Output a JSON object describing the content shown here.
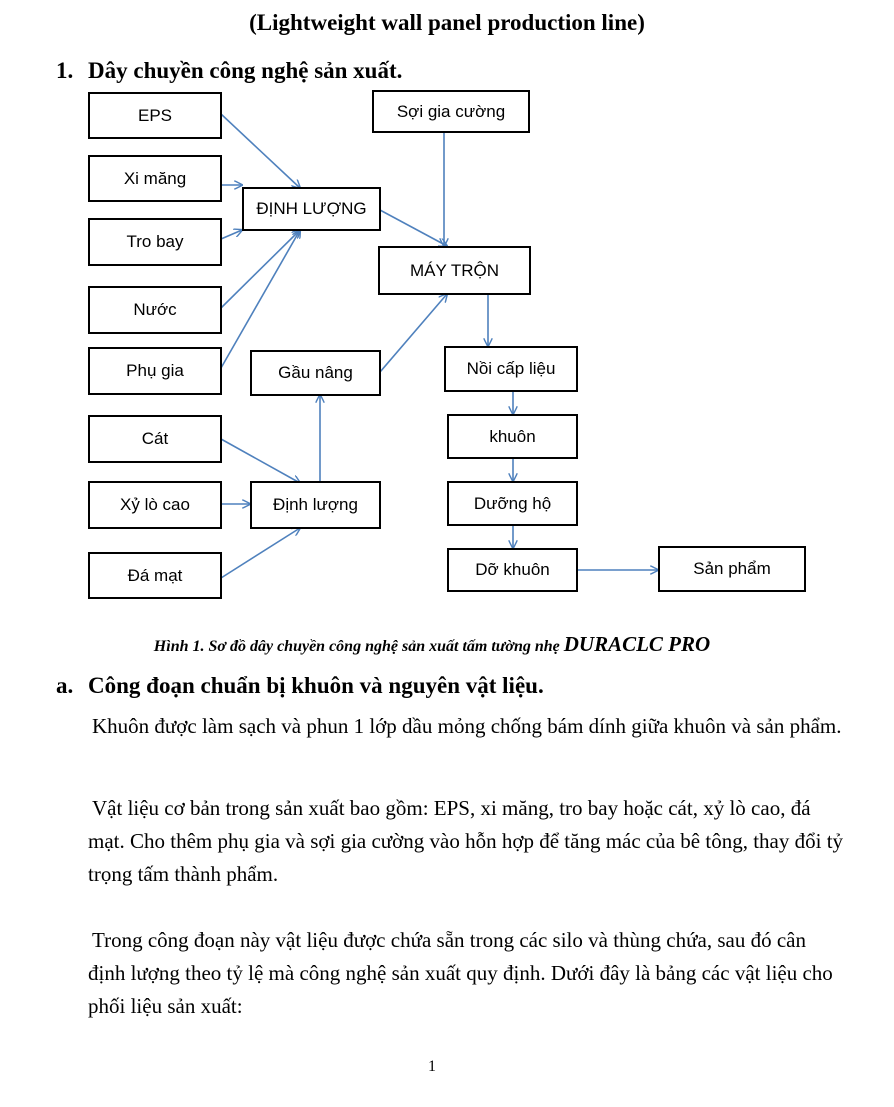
{
  "document": {
    "title": "(Lightweight wall panel production line)",
    "section1": {
      "number": "1.",
      "heading": "Dây chuyền công nghệ sản xuất."
    },
    "diagram": {
      "boxes": {
        "eps": "EPS",
        "xi_mang": "Xi măng",
        "tro_bay": "Tro bay",
        "nuoc": "Nước",
        "phu_gia": "Phụ gia",
        "cat": "Cát",
        "xy_lo_cao": "Xỷ lò cao",
        "da_mat": "Đá mạt",
        "dinh_luong_upper": "ĐỊNH LƯỢNG",
        "dinh_luong_lower": "Định lượng",
        "gau_nang": "Gầu nâng",
        "soi_gia_cuong": "Sợi gia cường",
        "may_tron": "MÁY TRỘN",
        "noi_cap_lieu": "Nồi cấp liệu",
        "khuon": "khuôn",
        "duong_ho": "Dưỡng hộ",
        "do_khuon": "Dỡ khuôn",
        "san_pham": "Sản phẩm"
      }
    },
    "caption": {
      "text": "Hình 1. Sơ đồ dây chuyền công nghệ sản xuất tấm tường nhẹ",
      "brand": "DURACLC PRO"
    },
    "section_a": {
      "number": "a.",
      "heading": "Công đoạn chuẩn bị khuôn và nguyên vật liệu."
    },
    "paragraphs": {
      "p1": "Khuôn được làm sạch và phun 1 lớp dầu mỏng chống bám dính giữa khuôn và sản phẩm.",
      "p2": "Vật liệu cơ bản trong sản xuất bao gồm:  EPS, xi măng, tro bay hoặc cát, xỷ lò cao, đá mạt. Cho thêm phụ gia và sợi gia cường vào hỗn hợp để tăng mác của bê tông, thay đổi tỷ trọng tấm thành phẩm.",
      "p3": "Trong công đoạn này vật liệu được chứa sẵn trong các silo và thùng chứa, sau đó cân định lượng theo tỷ lệ mà công nghệ sản xuất quy định. Dưới đây là bảng các vật liệu cho phối liệu sản xuất:"
    },
    "page_number": "1",
    "colors": {
      "arrow": "#4F81BD",
      "box_border": "#000000"
    }
  }
}
